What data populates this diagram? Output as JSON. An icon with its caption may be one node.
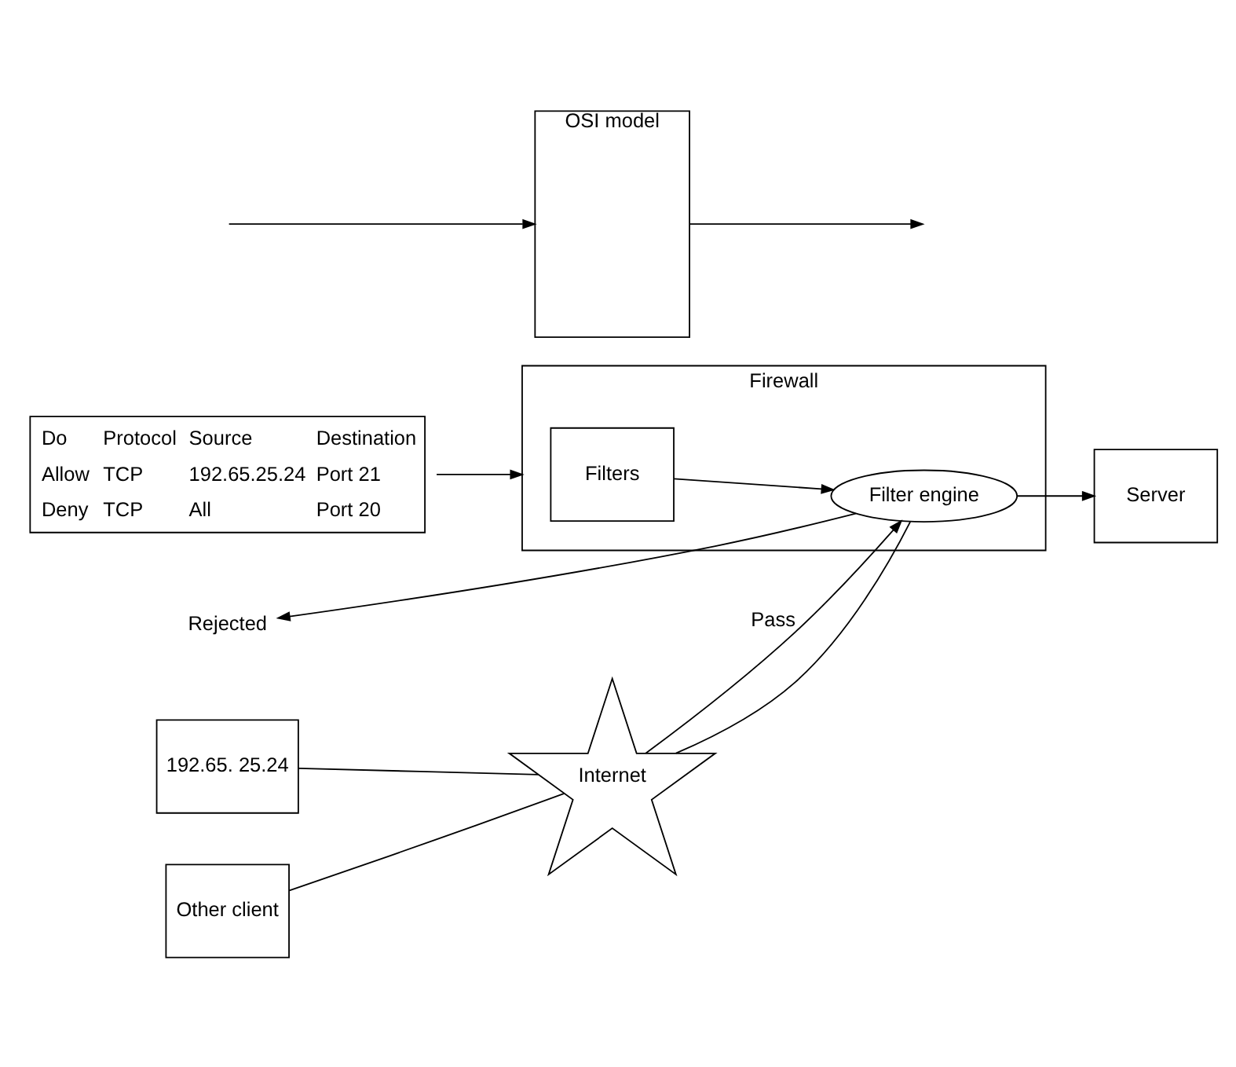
{
  "diagram": {
    "nodes": [
      {
        "text": [
          "Do",
          "Protocol",
          "Source",
          "Destination",
          "Allow",
          "TCP",
          "192.65.25.24",
          "Port 21",
          "Deny",
          "TCP",
          "All",
          "Port 20"
        ]
      },
      {
        "text": [
          "Firewall"
        ]
      },
      {
        "text": [
          "Filters"
        ],
        "in": 1
      },
      {
        "text": [
          "Filter engine"
        ],
        "in": 1
      },
      {
        "text": [
          "192.65. 25.24"
        ]
      },
      {
        "text": [
          "Other client"
        ]
      },
      {
        "text": [
          "Internet"
        ]
      },
      {
        "text": [
          "Server"
        ]
      },
      {
        "text": [
          "Rejected"
        ]
      },
      {
        "text": [
          "OSI model"
        ]
      }
    ],
    "edges": [
      {
        "from": 0,
        "to": 1,
        "arrow": "to"
      },
      {
        "from": 4,
        "to": 6,
        "arrow": "none"
      },
      {
        "from": 5,
        "to": 6,
        "arrow": "none"
      },
      {
        "from": 6,
        "to": 3,
        "arrow": "to",
        "label": "Pass"
      },
      {
        "from": 6,
        "to": 3,
        "arrow": "none"
      },
      {
        "from": 3,
        "to": 8,
        "arrow": "to"
      },
      {
        "from": 2,
        "to": 3,
        "arrow": "to"
      },
      {
        "from": 3,
        "to": 7,
        "arrow": "to"
      },
      {
        "from": null,
        "to": 9,
        "arrow": "to"
      },
      {
        "from": 9,
        "to": null,
        "arrow": "to"
      }
    ]
  }
}
